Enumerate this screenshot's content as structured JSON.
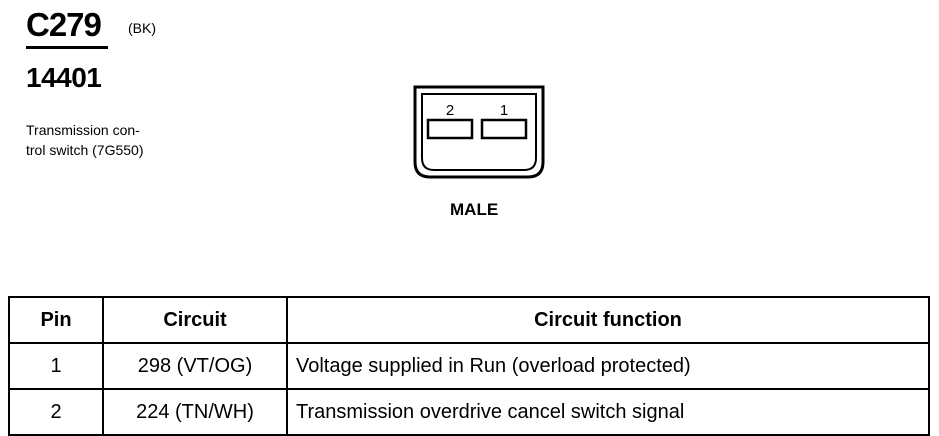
{
  "connector": {
    "id": "C279",
    "color_code": "(BK)",
    "part_number": "14401",
    "description_lines": [
      "Transmission con-",
      "trol switch (7G550)"
    ],
    "pin_numbers": [
      "2",
      "1"
    ],
    "gender": "MALE"
  },
  "table": {
    "headers": [
      "Pin",
      "Circuit",
      "Circuit function"
    ],
    "rows": [
      {
        "pin": "1",
        "circuit": "298 (VT/OG)",
        "function": "Voltage supplied in Run (overload protected)"
      },
      {
        "pin": "2",
        "circuit": "224 (TN/WH)",
        "function": "Transmission overdrive cancel switch signal"
      }
    ]
  }
}
